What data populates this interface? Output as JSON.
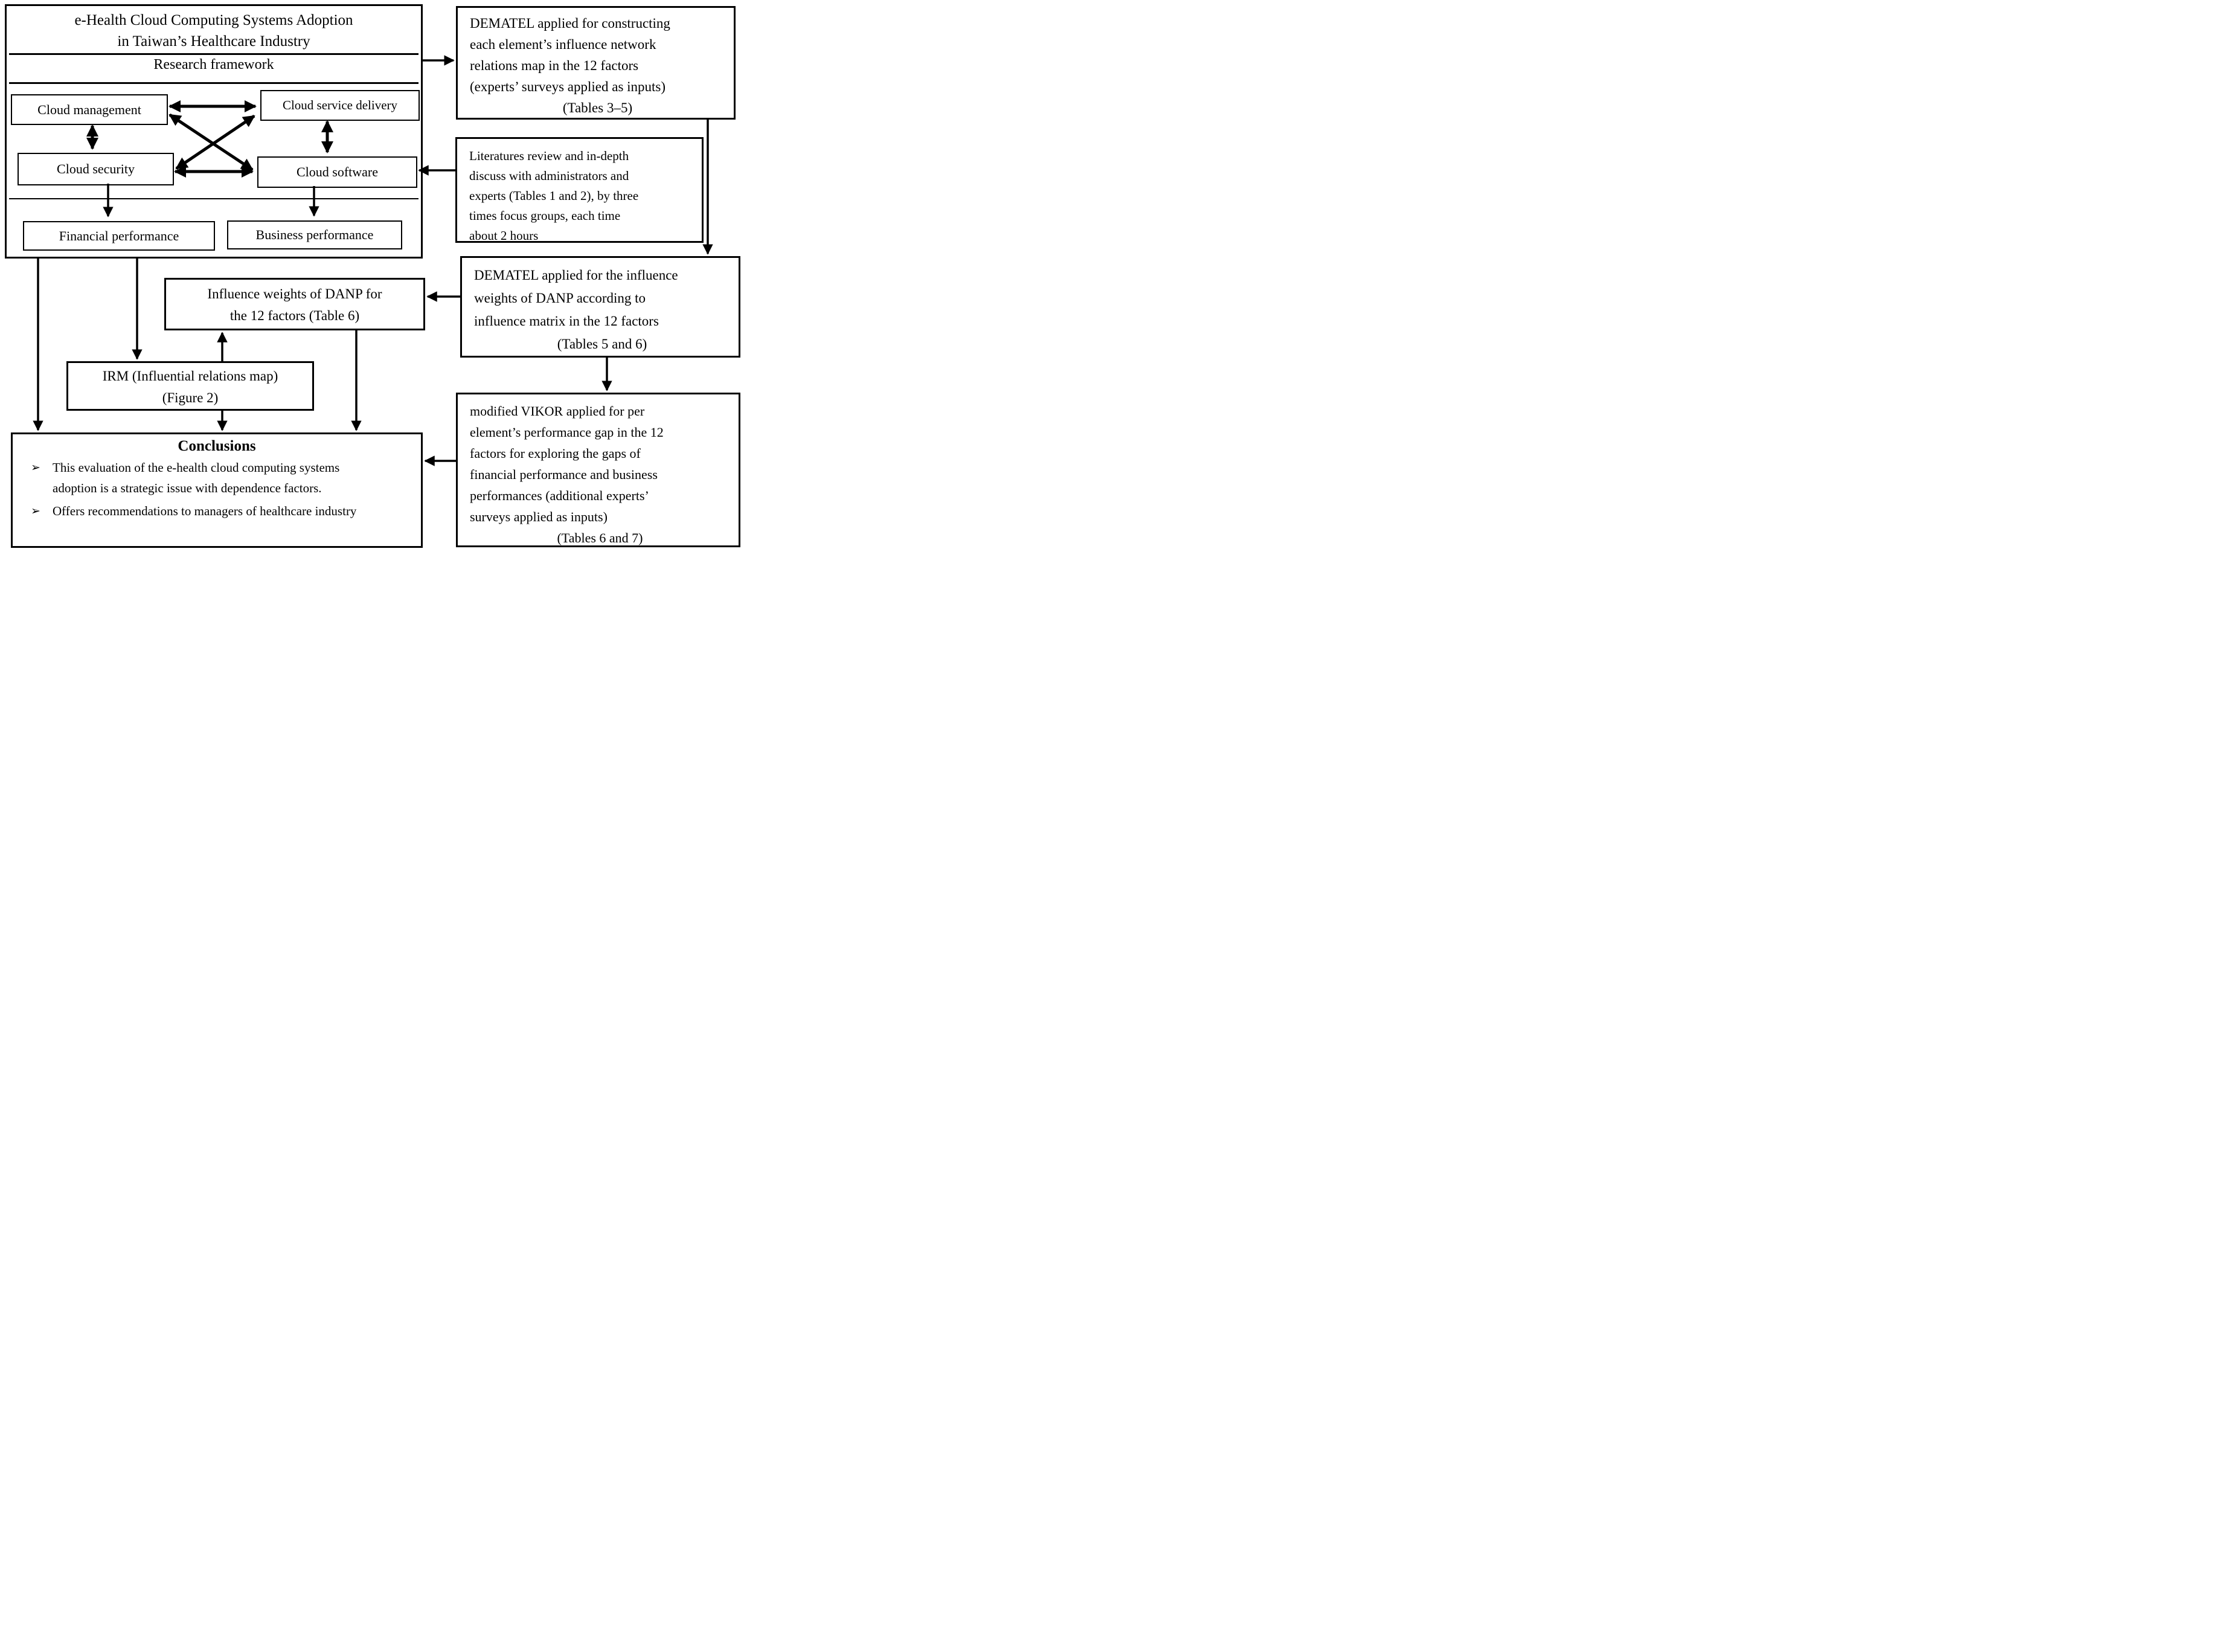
{
  "diagram": {
    "colors": {
      "ink": "#000000",
      "paper": "#ffffff"
    },
    "framework": {
      "title_lines": [
        "e-Health Cloud Computing Systems Adoption",
        "in Taiwan’s Healthcare Industry"
      ],
      "subtitle": "Research framework",
      "nodes": {
        "cloud_management": "Cloud management",
        "cloud_service_delivery": "Cloud service delivery",
        "cloud_security": "Cloud security",
        "cloud_software": "Cloud software",
        "financial_performance": "Financial performance",
        "business_performance": "Business performance"
      }
    },
    "boxes": {
      "dematel_irm": {
        "lines": [
          "DEMATEL applied for constructing",
          "each element’s influence network",
          "relations map in the 12 factors",
          "(experts’ surveys applied as inputs)"
        ],
        "tables_line": "(Tables 3–5)"
      },
      "literature": {
        "lines": [
          "Literatures review and in-depth",
          "discuss with administrators and",
          "experts (Tables 1 and 2), by three",
          "times focus groups, each time",
          "about 2 hours"
        ]
      },
      "influence_weights": {
        "lines": [
          "Influence weights of DANP for",
          "the 12 factors (Table 6)"
        ]
      },
      "dematel_danp": {
        "lines": [
          "DEMATEL applied for the influence",
          "weights of DANP according to",
          "influence matrix in the 12 factors"
        ],
        "tables_line": "(Tables 5 and 6)"
      },
      "irm": {
        "lines": [
          "IRM (Influential relations map)",
          "(Figure 2)"
        ]
      },
      "vikor": {
        "lines": [
          "modified VIKOR applied for per",
          "element’s performance gap in the 12",
          "factors for exploring the gaps of",
          "financial performance and business",
          "performances (additional experts’",
          "surveys applied as inputs)"
        ],
        "tables_line": "(Tables 6 and 7)"
      },
      "conclusions": {
        "title": "Conclusions",
        "bullet_char": "➢",
        "bullets": [
          "This evaluation of the e-health cloud computing systems adoption is a strategic issue with dependence factors.",
          "Offers recommendations to managers of healthcare industry"
        ]
      }
    }
  }
}
